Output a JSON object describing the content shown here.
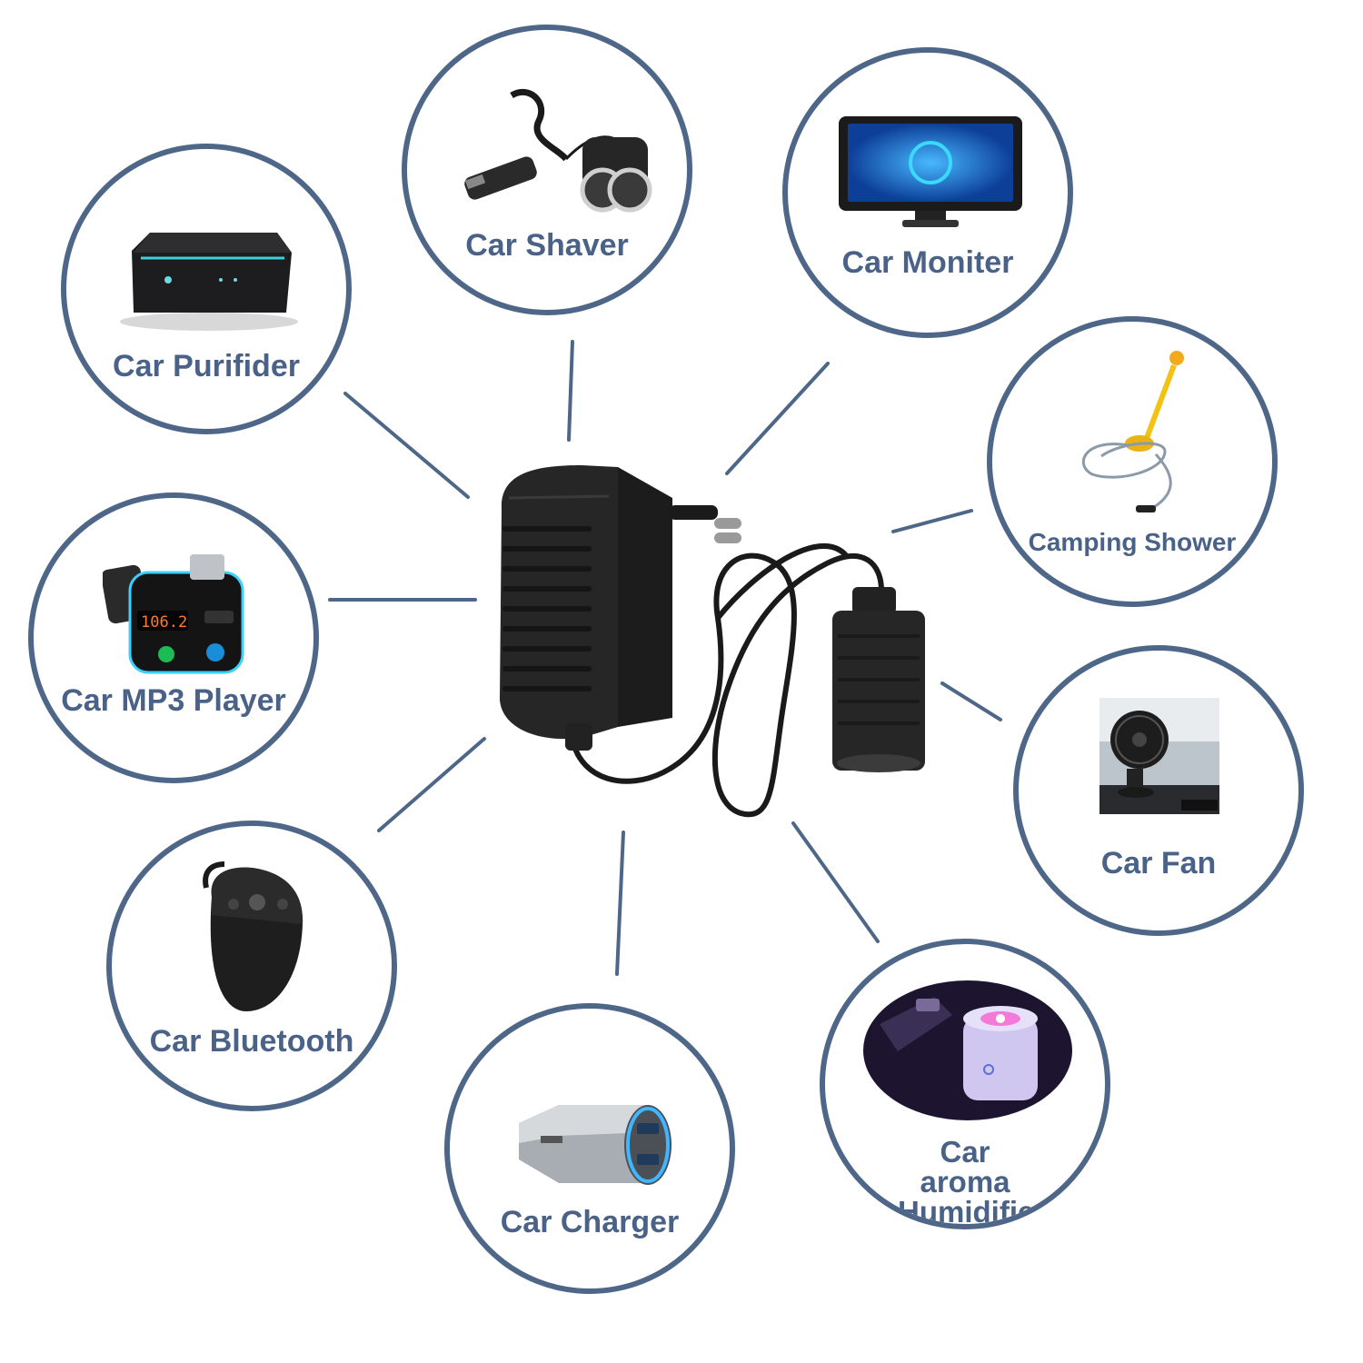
{
  "theme": {
    "ring": "#4e6788",
    "label": "#4a6287",
    "device": "#1c1c1c"
  },
  "hub": {
    "icon": "ac-adapter-with-car-socket-icon"
  },
  "devices": [
    {
      "id": "car-purifier",
      "label": "Car Purifider",
      "icon": "air-purifier-icon"
    },
    {
      "id": "car-shaver",
      "label": "Car Shaver",
      "icon": "shaver-icon"
    },
    {
      "id": "car-monitor",
      "label": "Car Moniter",
      "icon": "monitor-icon"
    },
    {
      "id": "camping-shower",
      "label": "Camping Shower",
      "icon": "shower-icon"
    },
    {
      "id": "car-fan",
      "label": "Car Fan",
      "icon": "fan-icon"
    },
    {
      "id": "car-humidifier",
      "label": "Car aroma Humidifier",
      "icon": "humidifier-icon"
    },
    {
      "id": "car-charger",
      "label": "Car Charger",
      "icon": "charger-icon"
    },
    {
      "id": "car-bluetooth",
      "label": "Car Bluetooth",
      "icon": "bluetooth-speaker-icon"
    },
    {
      "id": "car-mp3",
      "label": "Car MP3 Player",
      "icon": "mp3-player-icon"
    }
  ]
}
